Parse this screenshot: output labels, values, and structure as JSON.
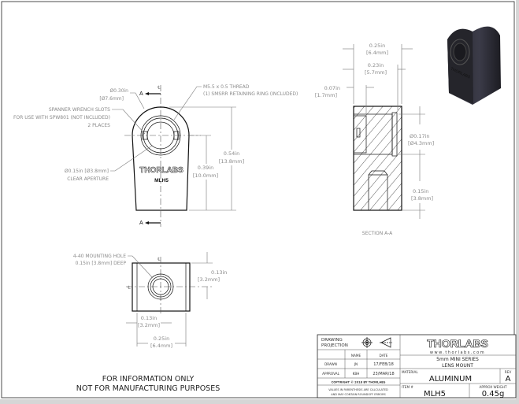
{
  "front_view": {
    "outer_dia": [
      "Ø0.30in",
      "[Ø7.6mm]"
    ],
    "thread": [
      "M5.5 x 0.5 THREAD",
      "(1) SMSRR RETAINING RING (INCLUDED)"
    ],
    "spanner": [
      "SPANNER WRENCH SLOTS",
      "FOR USE WITH SPW801 (NOT INCLUDED)",
      "2 PLACES"
    ],
    "aperture": [
      "Ø0.15in [Ø3.8mm]",
      "CLEAR APERTURE"
    ],
    "height": [
      "0.54in",
      "[13.8mm]"
    ],
    "center_height": [
      "0.39in",
      "[10.0mm]"
    ],
    "engraving_brand": "THORLABS",
    "engraving_part": "MLH5",
    "section_marker": "A",
    "centerline": "℄"
  },
  "section_view": {
    "title": "SECTION A-A",
    "width": [
      "0.25in",
      "[6.4mm]"
    ],
    "inner_depth": [
      "0.23in",
      "[5.7mm]"
    ],
    "slot_depth": [
      "0.07in",
      "[1.7mm]"
    ],
    "bore_dia": [
      "Ø0.17in",
      "[Ø4.3mm]"
    ],
    "hole_depth": [
      "0.15in",
      "[3.8mm]"
    ]
  },
  "bottom_view": {
    "mount_hole": [
      "4-40 MOUNTING HOLE",
      "0.15in [3.8mm] DEEP"
    ],
    "offset_v": [
      "0.13in",
      "[3.2mm]"
    ],
    "offset_h": [
      "0.13in",
      "[3.2mm]"
    ],
    "width": [
      "0.25in",
      "[6.4mm]"
    ]
  },
  "notice": [
    "FOR INFORMATION ONLY",
    "NOT FOR MANUFACTURING PURPOSES"
  ],
  "title_block": {
    "projection_label": [
      "DRAWING",
      "PROJECTION"
    ],
    "col_name": "NAME",
    "col_date": "DATE",
    "drawn_label": "DRAWN",
    "drawn_name": "JN",
    "drawn_date": "17/FEB/18",
    "approval_label": "APPROVAL",
    "approval_name": "KBH",
    "approval_date": "23/MAR/18",
    "copyright": "COPYRIGHT © 2018 BY THORLABS",
    "values_note": [
      "VALUES IN PARENTHESIS ARE CALCULATED",
      "AND MAY CONTAIN ROUNDOFF ERRORS"
    ],
    "logo": "THORLABS",
    "website": "www.thorlabs.com",
    "description": [
      "5mm MINI SERIES",
      "LENS MOUNT"
    ],
    "material_label": "MATERIAL",
    "material": "ALUMINUM",
    "rev_label": "REV",
    "rev": "A",
    "item_label": "ITEM #",
    "item": "MLH5",
    "weight_label": "APPROX WEIGHT",
    "weight": "0.45g"
  }
}
